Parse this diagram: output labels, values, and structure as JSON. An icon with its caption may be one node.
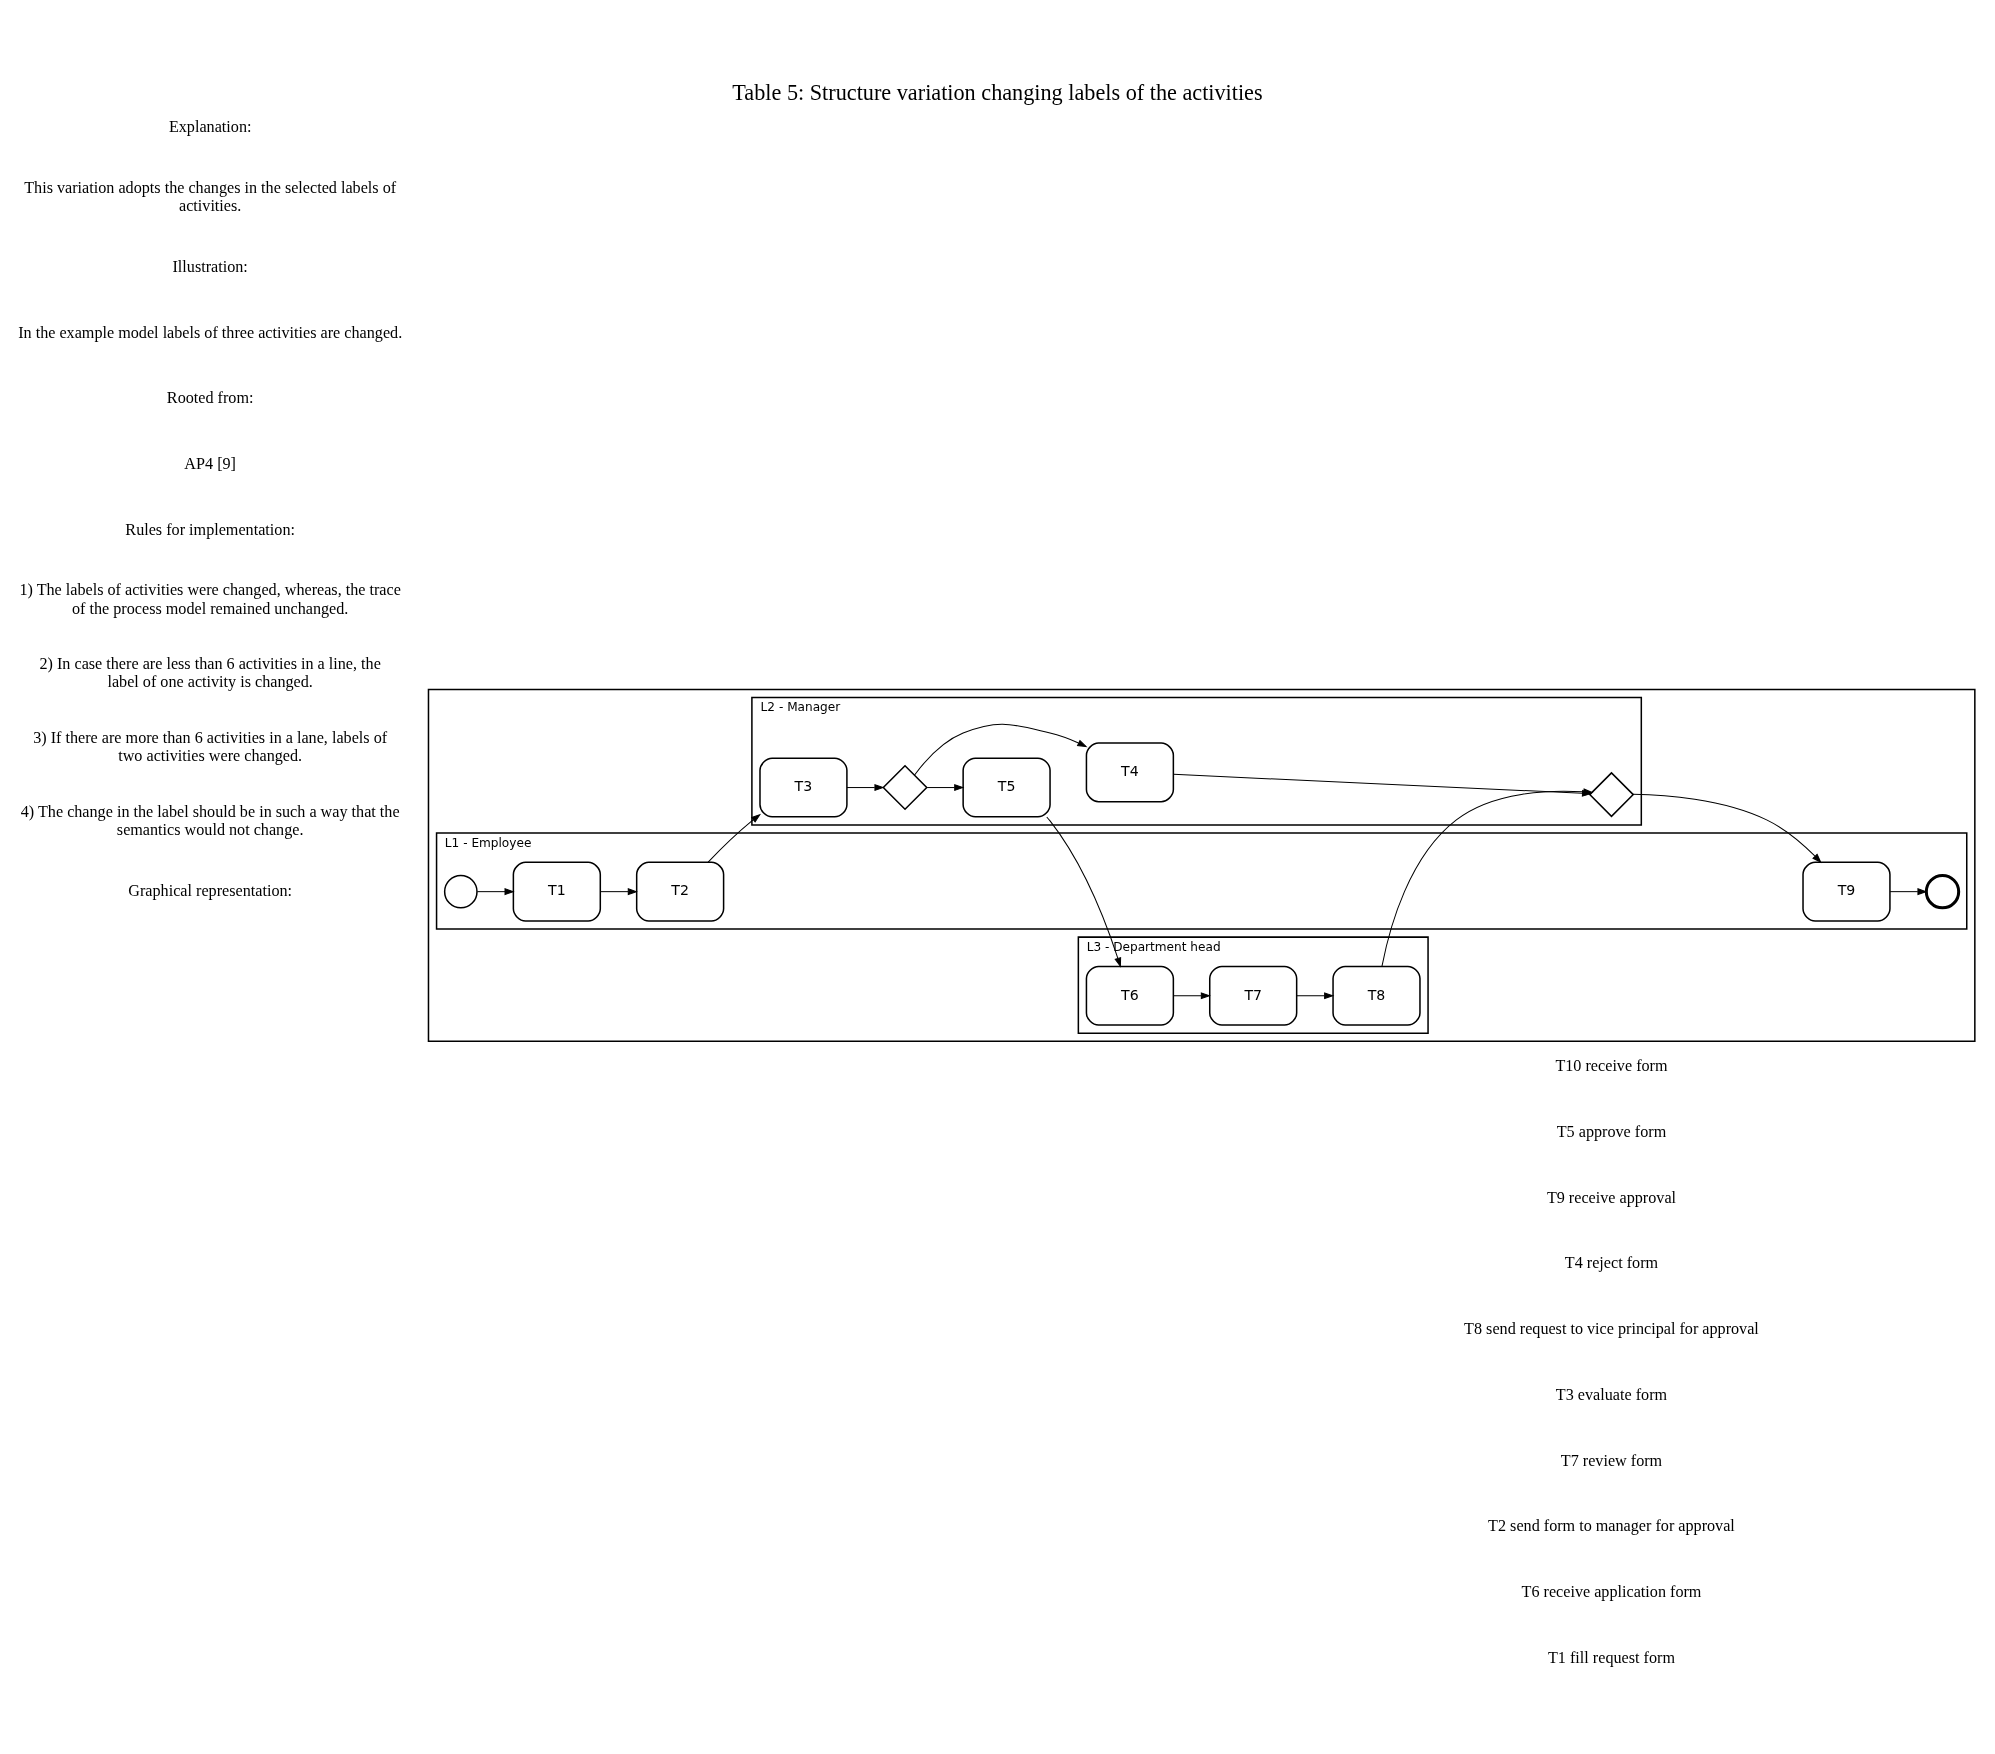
{
  "diagram": {
    "title": "Table 5: Structure variation changing labels of the activities",
    "nodes": [
      {
        "text": [],
        "shape": "box"
      },
      {
        "text": [
          "L1 - Employee"
        ],
        "in": 0
      },
      {
        "text": [
          "L2 - Manager"
        ],
        "in": 0
      },
      {
        "text": [
          "L3 - Department head"
        ],
        "in": 0
      },
      {
        "text": [],
        "shape": "circle",
        "in": 1
      },
      {
        "text": [
          "T1"
        ],
        "in": 1
      },
      {
        "text": [
          "T2"
        ],
        "in": 1
      },
      {
        "text": [
          "T9"
        ],
        "in": 1
      },
      {
        "text": [],
        "shape": "circle",
        "in": 1
      },
      {
        "text": [
          "T3"
        ],
        "in": 2
      },
      {
        "text": [],
        "shape": "diamond",
        "in": 2
      },
      {
        "text": [
          "T4"
        ],
        "in": 2
      },
      {
        "text": [
          "T5"
        ],
        "in": 2
      },
      {
        "text": [],
        "shape": "diamond",
        "in": 2
      },
      {
        "text": [
          "T6"
        ],
        "in": 3
      },
      {
        "text": [
          "T7"
        ],
        "in": 3
      },
      {
        "text": [
          "T8"
        ],
        "in": 3
      }
    ],
    "edges": [
      {
        "from": 4,
        "to": 5,
        "arrow": "to"
      },
      {
        "from": 5,
        "to": 6,
        "arrow": "to"
      },
      {
        "from": 6,
        "to": 9,
        "arrow": "to"
      },
      {
        "from": 9,
        "to": 10,
        "arrow": "to"
      },
      {
        "from": 10,
        "to": 11,
        "arrow": "to"
      },
      {
        "from": 10,
        "to": 12,
        "arrow": "to"
      },
      {
        "from": 11,
        "to": 13,
        "arrow": "to"
      },
      {
        "from": 12,
        "to": 14,
        "arrow": "to"
      },
      {
        "from": 14,
        "to": 15,
        "arrow": "to"
      },
      {
        "from": 15,
        "to": 16,
        "arrow": "to"
      },
      {
        "from": 16,
        "to": 13,
        "arrow": "to"
      },
      {
        "from": 13,
        "to": 7,
        "arrow": "to"
      },
      {
        "from": 7,
        "to": 8,
        "arrow": "to"
      }
    ],
    "labels": [
      "Explanation:",
      "This variation adopts the changes in the selected labels of activities.",
      "Illustration:",
      "In the example model labels of three activities are changed.",
      "Rooted from:",
      "AP4 [9]",
      "Rules for implementation:",
      "1) The labels of activities were changed, whereas, the trace of the process model remained unchanged.",
      "2) In case there are less than 6 activities in a line, the label of one activity is changed.",
      "3) If there are more than 6 activities in a lane, labels of two activities were changed.",
      "4) The change in the label should be in such a way that the semantics would not change.",
      "Graphical representation:",
      "T1 fill request form",
      "T6 receive application form",
      "T2 send form to manager for approval",
      "T7 review form",
      "T3 evaluate form",
      "T8 send request to vice principal for approval",
      "T4 reject form",
      "T9 receive approval",
      "T5 approve form",
      "T10 receive form"
    ]
  }
}
